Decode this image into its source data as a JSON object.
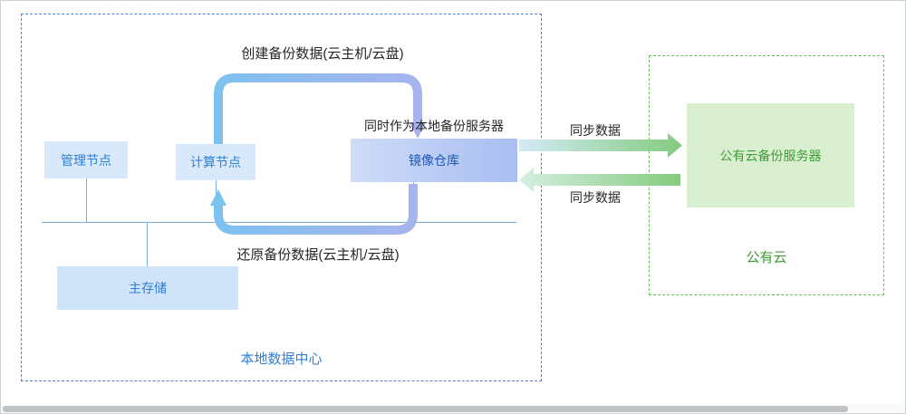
{
  "diagram": {
    "local": {
      "title": "本地数据中心",
      "management_node": "管理节点",
      "compute_node": "计算节点",
      "registry": "镜像仓库",
      "registry_note": "同时作为本地备份服务器",
      "primary_storage": "主存储",
      "create_backup_label": "创建备份数据(云主机/云盘)",
      "restore_backup_label": "还原备份数据(云主机/云盘)"
    },
    "cloud": {
      "title": "公有云",
      "backup_server": "公有云备份服务器"
    },
    "sync": {
      "to_cloud": "同步数据",
      "from_cloud": "同步数据"
    },
    "colors": {
      "local_border": "#4f7fd9",
      "cloud_border": "#67bf58",
      "node_fill": "#d7e9fb",
      "node_text": "#2f7ed8",
      "registry_fill_start": "#cedcf8",
      "registry_fill_end": "#a9bef2",
      "registry_text": "#1e56b4",
      "cloud_server_fill": "#d9efd0",
      "cloud_text": "#3f9c35",
      "arrow_blue": "#7cc2ef",
      "arrow_purple": "#a9b3ee",
      "arrow_green": "#83cb7d",
      "bus_line": "#7aace0"
    }
  }
}
